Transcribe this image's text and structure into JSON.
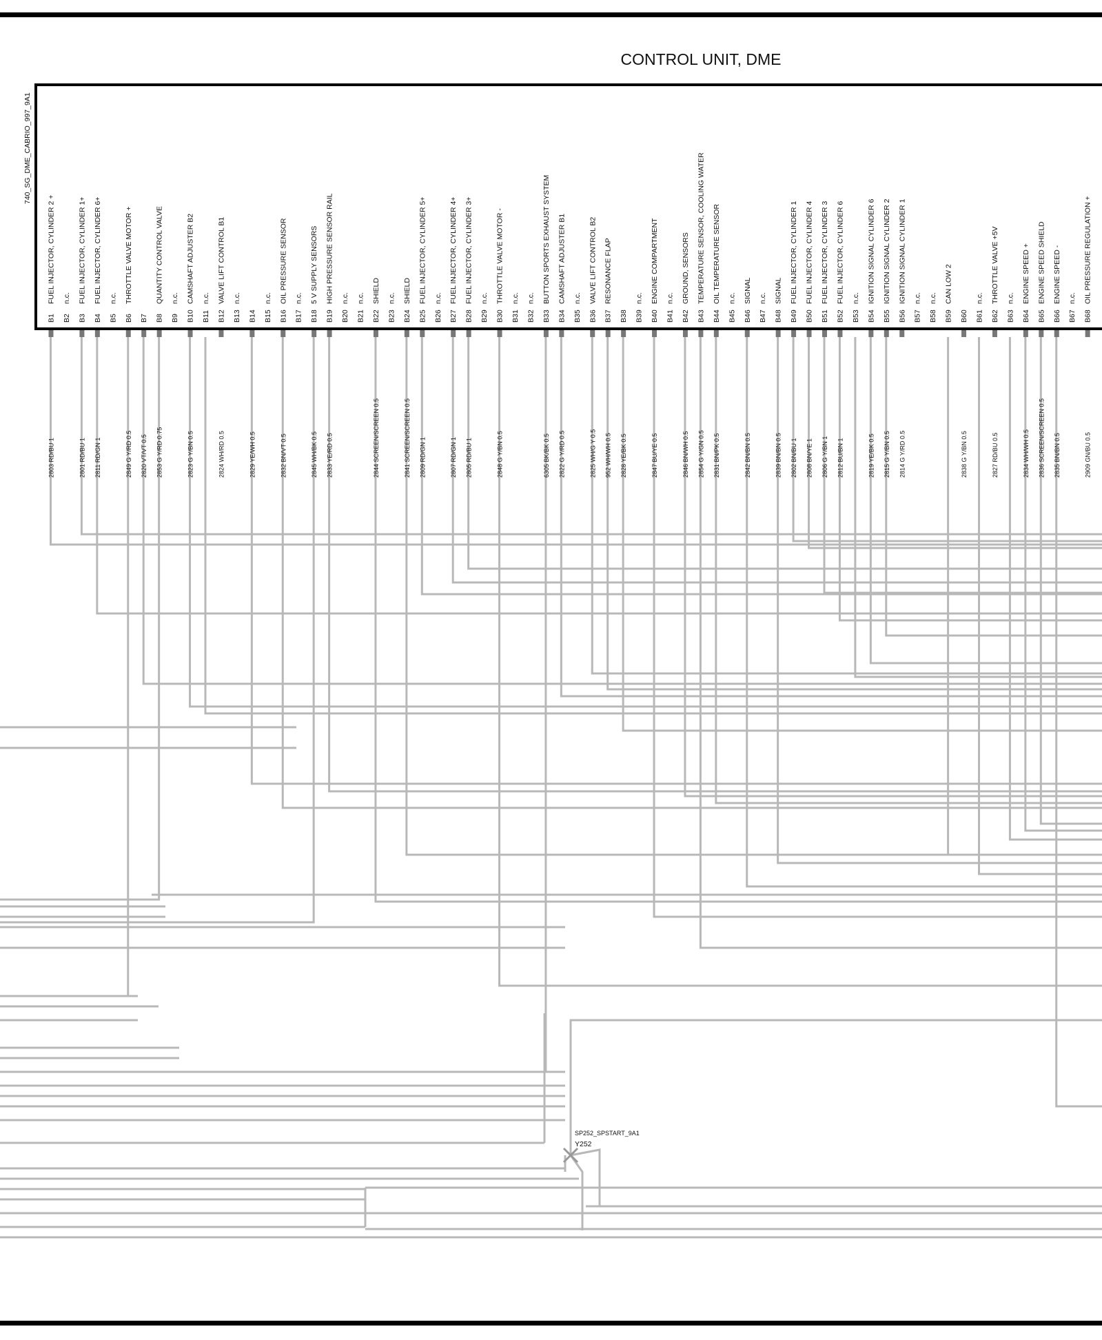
{
  "title": "CONTROL UNIT, DME",
  "sheet_id": "740_SG_DME_CABRIO_997_9A1",
  "splice": {
    "code": "SP252_SPSTART_9A1",
    "label": "Y252"
  },
  "pins": [
    {
      "pin": "B1",
      "label": "FUEL INJECTOR, CYLINDER 2 +",
      "wire": "2803 RD/BU 1"
    },
    {
      "pin": "B2",
      "label": "n.c.",
      "wire": ""
    },
    {
      "pin": "B3",
      "label": "FUEL INJECTOR, CYLINDER 1+",
      "wire": "2801 RD/BU 1"
    },
    {
      "pin": "B4",
      "label": "FUEL INJECTOR, CYLINDER 6+",
      "wire": "2811 RD/GN 1"
    },
    {
      "pin": "B5",
      "label": "n.c.",
      "wire": ""
    },
    {
      "pin": "B6",
      "label": "THROTTLE VALVE  MOTOR +",
      "wire": "2849 G Y/RD 0.5"
    },
    {
      "pin": "B7",
      "label": "",
      "wire": "2820 VT/VT 0.5"
    },
    {
      "pin": "B8",
      "label": "QUANTITY CONTROL VALVE",
      "wire": "2853 G Y/RD 0.75"
    },
    {
      "pin": "B9",
      "label": "n.c.",
      "wire": ""
    },
    {
      "pin": "B10",
      "label": "CAMSHAFT ADJUSTER  B2",
      "wire": "2823 G Y/BN 0.5"
    },
    {
      "pin": "B11",
      "label": "n.c.",
      "wire": ""
    },
    {
      "pin": "B12",
      "label": "VALVE LIFT CONTROL  B1",
      "wire": "2824 WH/RD 0.5"
    },
    {
      "pin": "B13",
      "label": "n.c.",
      "wire": ""
    },
    {
      "pin": "B14",
      "label": "",
      "wire": "2829 YE/WH 0.5"
    },
    {
      "pin": "B15",
      "label": "n.c.",
      "wire": ""
    },
    {
      "pin": "B16",
      "label": "OIL PRESSURE SENSOR",
      "wire": "2832 BN/VT 0.5"
    },
    {
      "pin": "B17",
      "label": "n.c.",
      "wire": ""
    },
    {
      "pin": "B18",
      "label": "5 V SUPPLY SENSORS",
      "wire": "2845 WH/BK 0.5"
    },
    {
      "pin": "B19",
      "label": "HIGH PRESSURE SENSOR RAIL",
      "wire": "2833 YE/RD 0.5"
    },
    {
      "pin": "B20",
      "label": "n.c.",
      "wire": ""
    },
    {
      "pin": "B21",
      "label": "n.c.",
      "wire": ""
    },
    {
      "pin": "B22",
      "label": "SHIELD",
      "wire": "2844 SCREEN/SCREEN 0.5"
    },
    {
      "pin": "B23",
      "label": "n.c.",
      "wire": ""
    },
    {
      "pin": "B24",
      "label": "SHIELD",
      "wire": "2841 SCREEN/SCREEN 0.5"
    },
    {
      "pin": "B25",
      "label": "FUEL INJECTOR, CYLINDER 5+",
      "wire": "2809 RD/GN 1"
    },
    {
      "pin": "B26",
      "label": "n.c.",
      "wire": ""
    },
    {
      "pin": "B27",
      "label": "FUEL INJECTOR, CYLINDER 4+",
      "wire": "2807 RD/GN 1"
    },
    {
      "pin": "B28",
      "label": "FUEL INJECTOR, CYLINDER 3+",
      "wire": "2805 RD/BU 1"
    },
    {
      "pin": "B29",
      "label": "n.c.",
      "wire": ""
    },
    {
      "pin": "B30",
      "label": "THROTTLE VALVE  MOTOR -",
      "wire": "2848 G Y/BN 0.5"
    },
    {
      "pin": "B31",
      "label": "n.c.",
      "wire": ""
    },
    {
      "pin": "B32",
      "label": "n.c.",
      "wire": ""
    },
    {
      "pin": "B33",
      "label": "BUTTON  SPORTS EXHAUST SYSTEM",
      "wire": "6305 BK/BK 0.5"
    },
    {
      "pin": "B34",
      "label": "CAMSHAFT ADJUSTER B1",
      "wire": "2822 G Y/RD 0.5"
    },
    {
      "pin": "B35",
      "label": "n.c.",
      "wire": ""
    },
    {
      "pin": "B36",
      "label": "VALVE LIFT CONTROL B2",
      "wire": "2825 WH/G Y 0.5"
    },
    {
      "pin": "B37",
      "label": "RESONANCE FLAP",
      "wire": "952 WH/WH 0.5"
    },
    {
      "pin": "B38",
      "label": "",
      "wire": "2828 YE/BK 0.5"
    },
    {
      "pin": "B39",
      "label": "n.c.",
      "wire": ""
    },
    {
      "pin": "B40",
      "label": "ENGINE COMPARTMENT",
      "wire": "2847 BU/YE 0.5"
    },
    {
      "pin": "B41",
      "label": "n.c.",
      "wire": ""
    },
    {
      "pin": "B42",
      "label": "GROUND, SENSORS",
      "wire": "2846 BN/WH 0.5"
    },
    {
      "pin": "B43",
      "label": "TEMPERATURE SENSOR, COOLING WATER",
      "wire": "2854 G Y/GN 0.5"
    },
    {
      "pin": "B44",
      "label": "OIL TEMPERATURE SENSOR",
      "wire": "2831 BN/PK 0.5"
    },
    {
      "pin": "B45",
      "label": "n.c.",
      "wire": ""
    },
    {
      "pin": "B46",
      "label": "SIGNAL",
      "wire": "2842 BN/BN 0.5"
    },
    {
      "pin": "B47",
      "label": "n.c.",
      "wire": ""
    },
    {
      "pin": "B48",
      "label": "SIGNAL",
      "wire": "2839 BN/BN 0.5"
    },
    {
      "pin": "B49",
      "label": "FUEL INJECTOR, CYLINDER 1",
      "wire": "2802 BN/BU 1"
    },
    {
      "pin": "B50",
      "label": "FUEL INJECTOR, CYLINDER 4",
      "wire": "2808 BN/YE 1"
    },
    {
      "pin": "B51",
      "label": "FUEL INJECTOR, CYLINDER 3",
      "wire": "2806 G Y/BN 1"
    },
    {
      "pin": "B52",
      "label": "FUEL INJECTOR, CYLINDER 6",
      "wire": "2812 BU/BN 1"
    },
    {
      "pin": "B53",
      "label": "n.c.",
      "wire": ""
    },
    {
      "pin": "B54",
      "label": "IGNITION SIGNAL  CYLINDER 6",
      "wire": "2819 YE/BK 0.5"
    },
    {
      "pin": "B55",
      "label": "IGNITION SIGNAL  CYLINDER 2",
      "wire": "2815 G Y/BN 0.5"
    },
    {
      "pin": "B56",
      "label": "IGNITION SIGNAL  CYLINDER 1",
      "wire": "2814 G Y/RD 0.5"
    },
    {
      "pin": "B57",
      "label": "n.c.",
      "wire": ""
    },
    {
      "pin": "B58",
      "label": "n.c.",
      "wire": ""
    },
    {
      "pin": "B59",
      "label": "CAN LOW 2",
      "wire": ""
    },
    {
      "pin": "B60",
      "label": "",
      "wire": "2838 G Y/BN 0.5"
    },
    {
      "pin": "B61",
      "label": "n.c.",
      "wire": ""
    },
    {
      "pin": "B62",
      "label": "THROTTLE VALVE  +5V",
      "wire": "2827 RD/BU 0.5"
    },
    {
      "pin": "B63",
      "label": "n.c.",
      "wire": ""
    },
    {
      "pin": "B64",
      "label": "ENGINE SPEED +",
      "wire": "2834 WH/WH 0.5"
    },
    {
      "pin": "B65",
      "label": "ENGINE SPEED SHIELD",
      "wire": "2836 SCREEN/SCREEN 0.5"
    },
    {
      "pin": "B66",
      "label": "ENGINE SPEED -",
      "wire": "2835 BN/BN 0.5"
    },
    {
      "pin": "B67",
      "label": "n.c.",
      "wire": ""
    },
    {
      "pin": "B68",
      "label": "OIL PRESSURE REGULATION    +",
      "wire": "2909 GN/BU 0.5"
    }
  ]
}
